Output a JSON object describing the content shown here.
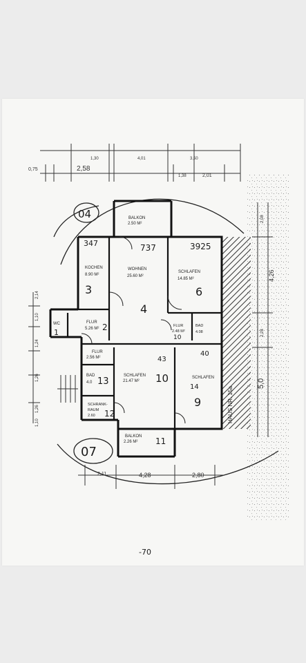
{
  "rooms": {
    "balkon_top": {
      "name": "BALKON",
      "area": "2.50 M²"
    },
    "kochen": {
      "name": "KOCHEN",
      "area": "8.90 M²",
      "num": "3"
    },
    "wohnen": {
      "name": "WOHNEN",
      "area": "25.60 M²",
      "num": "4"
    },
    "schlafen_ne": {
      "name": "SCHLAFEN",
      "area": "14.85 M²",
      "num": "6"
    },
    "flur_main": {
      "name": "FLUR",
      "area": "5.26 M²",
      "num": "2"
    },
    "flur_mid": {
      "name": "FLUR",
      "area": "2.48 M²",
      "num": "10"
    },
    "bad_small": {
      "name": "BAD",
      "area": "4.08"
    },
    "wc": {
      "name": "WC",
      "num": "1"
    },
    "flur_lower": {
      "name": "FLUR",
      "area": "2.56 M²"
    },
    "bad_lower": {
      "name": "BAD",
      "area": "4.0",
      "num": "13"
    },
    "schlafen_mid": {
      "name": "SCHLAFEN",
      "area": "21.47 M²",
      "num": "10"
    },
    "schlafen_se": {
      "name": "SCHLAFEN",
      "area": "14",
      "num": "9"
    },
    "schrank": {
      "name": "SCHRANK-",
      "name2": "RAUM",
      "area": "2.60",
      "num": "12"
    },
    "balkon_bottom": {
      "name": "BALKON",
      "area": "2.26 M²",
      "num": "11"
    }
  },
  "handwritten": {
    "top_unit": "04",
    "bottom_unit": "07",
    "n347": "347",
    "n737": "737",
    "n3925": "3925",
    "n43": "43",
    "n40": "40",
    "bottom_code": "-70",
    "haus": "HAUS NR. 15a"
  },
  "dimensions": {
    "top_row1": [
      "1,30",
      "4,01",
      "3,50"
    ],
    "top_row2": [
      "0,75",
      "2,58",
      "1,38",
      "2,01"
    ],
    "bottom": [
      "2,11",
      "4,28",
      "2,80"
    ],
    "right": [
      "2,08",
      "4,26",
      "2,28",
      "5,0"
    ],
    "left": [
      "2,14",
      "1,10",
      "1,24",
      "1,26",
      "1,26",
      "1,10"
    ]
  }
}
